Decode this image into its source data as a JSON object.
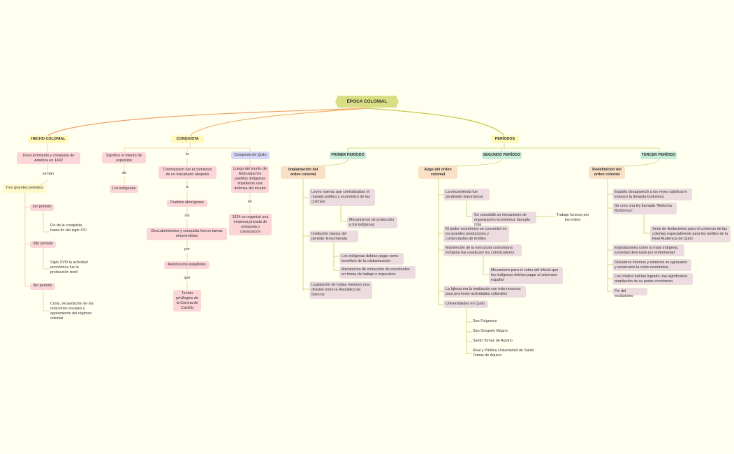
{
  "root": "ÉPOCA COLONIAL",
  "hecho": {
    "title": "HECHO COLONIAL",
    "n1": "Descubrimiento y conquista de América  en 1492",
    "c1": "se dan",
    "n2": "Tres grandes periodos",
    "p1": "1er periodo",
    "p1d": "Fin de la conquista hasta fin del siglo XVI",
    "p2": "2do periodo",
    "p2d": "Siglo XVIII la actividad económica fue la producción textil",
    "p3": "3er periodo",
    "p3d": "Crisis, recaudación de las relaciones sociales y agotamiento del régimen  colonial"
  },
  "conquista": {
    "title": "CONQUISTA",
    "a1": "Significo el intento de expulsión",
    "a_c": "de",
    "a2": "Los indígenas",
    "b_c1": "la",
    "b1": "Colonización fue el comienzo de un inacabado atropello",
    "b_c2": "a",
    "b2": "Pueblos aborígenes",
    "b_c3": "los",
    "b3": "Descubrimientos y conquista fueron tareas emprendidas",
    "b_c4": "por",
    "b4": "Aventureros españoles",
    "b_c5": "que",
    "b5": "Tenían privilegios de la Corona de Castilla",
    "q1": "Conquista de Quito",
    "q2": "Luego del triunfo de Atahualpa los pueblos indígenas impidieron una defensa del incario",
    "q_c": "en",
    "q3": "1534 se organizó una empresa privada de conquista y colonización"
  },
  "periodos": {
    "title": "PERÍODOS",
    "primero": {
      "title": "PRIMER PERÍODO",
      "head": "Implantación del orden colonial",
      "i1": "Leyes  nuevas  que  centralizaban  el  manejo  político  y  económico  de  las  colonias",
      "i1a": "Mecanismos  de protección a los indígenas",
      "i2": "Institución básica del periodo: Encomienda",
      "i2a": "Los  indígenas debían pagar como beneficio de la cristianización",
      "i2b": "Mecanismo de extracción de excedentes en forma de trabajo e impuestos",
      "i3": "Legislación  de  Indias mentuvo  una  división  entre  la  República  de  blancos"
    },
    "segundo": {
      "title": "SEGUNDO PERÍODO",
      "head": "Auge del orden colonial",
      "s1": "La encomienda fue perdiendo importancia",
      "s1a": "Se consolidó un mecanismo de organización  económica, llamado mita",
      "s1b": "Trabajo forzoso por los indios",
      "s2": "El poder económico se concentró en los grandes productores y comerciantes de textiles",
      "s3": "Mantención de la estructura comunitaria indígena fue usada por los  colonizadores",
      "s3a": "Mecanismo para el cobro del tributo que los indígenas debían pagar  al soberano  español",
      "s4": "La Iglesia era la institución con más recursos para promover actividades culturales",
      "s5": "Universidades en Quito",
      "u1": "San Fulgencio",
      "u2": "San Gregorio Magno",
      "u3": "Santo Tomás de Aquino",
      "u4": "Real y Pública Universidad de Santo Tomás de Aquino"
    },
    "tercero": {
      "title": "TERCER PERÍODO",
      "head": "Redefinición del orden colonial",
      "t1": "España desapareció a los reyes católicos e instauro la dinastía borbónica",
      "t2": "Se creo una ley llamada \"Reforma Borbónica\"",
      "t2a": "Serie de limitaciones para el comercio de las colonias especialmente para los textiles de la Real Audiencia de Quito",
      "t3": "Explotaciones como la mata indígena, sociedad diezmada por enfermedad",
      "t4": "Desastres internos y externos se agravaron y aceleraron la crisis económica",
      "t5": "Los criollos habían logrado una significativa ampliación de su poder económico",
      "t6": "Fin del esclavismo"
    }
  }
}
